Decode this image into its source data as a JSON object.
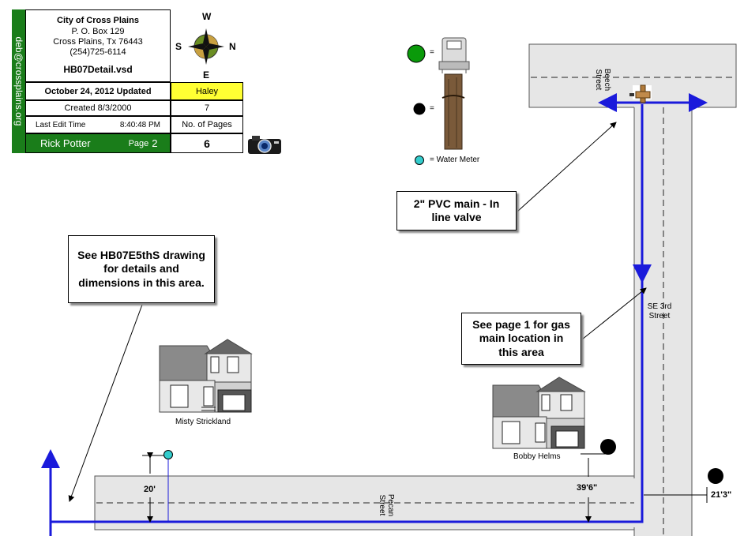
{
  "title_block": {
    "org_name": "City of Cross Plains",
    "address1": "P. O. Box 129",
    "address2": "Cross Plains, Tx  76443",
    "phone": "(254)725-6114",
    "filename": "HB07Detail.vsd",
    "email": "deb@crossplains.org",
    "updated": "October 24, 2012 Updated",
    "editor": "Haley",
    "created": "Created 8/3/2000",
    "created_num": "7",
    "last_edit_label": "Last Edit Time",
    "last_edit_time": "8:40:48 PM",
    "pages_label": "No. of Pages",
    "author": "Rick Potter",
    "page_label": "Page",
    "page_num": "2",
    "pages_count": "6"
  },
  "compass": {
    "w": "W",
    "s": "S",
    "n": "N",
    "e": "E"
  },
  "legend": {
    "eq1": "=",
    "eq2": "=",
    "water_meter": "= Water Meter"
  },
  "callouts": {
    "pvc_main": "2\" PVC main - In line valve",
    "see_drawing": "See HB07E5thS drawing for details and dimensions in this area.",
    "see_page": "See page 1 for gas main location in this area"
  },
  "streets": {
    "beech": "Beech Street",
    "se3rd": "SE 3rd Street",
    "pecan": "Pecan Street"
  },
  "houses": {
    "misty": "Misty Strickland",
    "bobby": "Bobby Helms"
  },
  "dimensions": {
    "d20": "20'",
    "d39": "39'6\"",
    "d21": "21'3\""
  },
  "colors": {
    "main_line": "#1a1adb",
    "green": "#1a7d1a",
    "highlight": "#ffff33",
    "street": "#e6e6e6",
    "water_meter": "#33cccc"
  }
}
